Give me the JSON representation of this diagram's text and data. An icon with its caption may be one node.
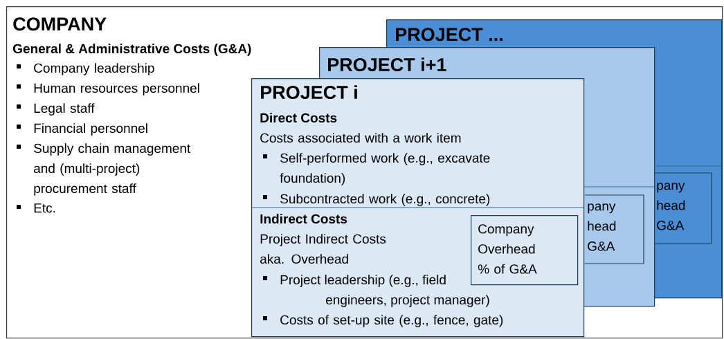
{
  "diagram": {
    "nodes": [
      {
        "text": [
          "COMPANY",
          "General & Administrative Costs (G&A)",
          "Company leadership",
          "Human resources personnel",
          "Legal staff",
          "Financial personnel",
          "Supply chain management and (multi-project) procurement staff",
          "Etc."
        ]
      },
      {
        "text": [
          "PROJECT ..."
        ],
        "in": 0
      },
      {
        "text": [
          "pany head G&A"
        ],
        "in": 1
      },
      {
        "text": [
          "PROJECT i+1"
        ],
        "in": 0
      },
      {
        "text": [
          "pany head G&A"
        ]
      },
      {
        "text": [
          "PROJECT i",
          "Direct Costs",
          "Costs associated with a work item",
          "Self-performed work (e.g., excavate foundation)",
          "Subcontracted work (e.g., concrete)",
          "Indirect Costs",
          "Project Indirect Costs aka. Overhead",
          "Project leadership (e.g., field engineers, project manager)",
          "Costs of set-up site (e.g., fence, gate)"
        ],
        "in": 0
      },
      {
        "text": [
          "Company Overhead % of G&A"
        ]
      }
    ]
  }
}
